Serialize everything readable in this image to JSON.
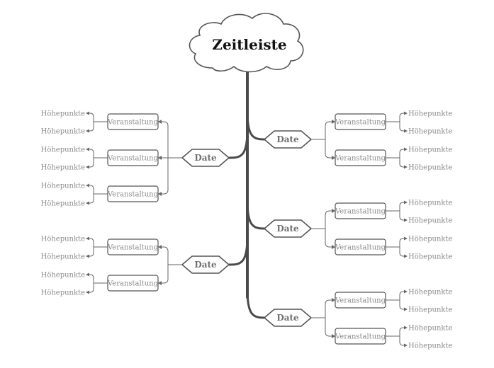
{
  "title": "Zeitleiste",
  "colors": {
    "trunk": "#4a4a4a",
    "outline": "#555555",
    "connector": "#666666",
    "text": "#8a8a8a",
    "background": "#ffffff"
  },
  "left_dates": [
    {
      "label": "Date",
      "events": [
        {
          "label": "Veranstaltung",
          "highlights": [
            "Höhepunkte",
            "Höhepunkte"
          ]
        },
        {
          "label": "Veranstaltung",
          "highlights": [
            "Höhepunkte",
            "Höhepunkte"
          ]
        },
        {
          "label": "Veranstaltung",
          "highlights": [
            "Höhepunkte",
            "Höhepunkte"
          ]
        }
      ]
    },
    {
      "label": "Date",
      "events": [
        {
          "label": "Veranstaltung",
          "highlights": [
            "Höhepunkte",
            "Höhepunkte"
          ]
        },
        {
          "label": "Veranstaltung",
          "highlights": [
            "Höhepunkte",
            "Höhepunkte"
          ]
        }
      ]
    }
  ],
  "right_dates": [
    {
      "label": "Date",
      "events": [
        {
          "label": "Veranstaltung",
          "highlights": [
            "Höhepunkte",
            "Höhepunkte"
          ]
        },
        {
          "label": "Veranstaltung",
          "highlights": [
            "Höhepunkte",
            "Höhepunkte"
          ]
        }
      ]
    },
    {
      "label": "Date",
      "events": [
        {
          "label": "Veranstaltung",
          "highlights": [
            "Höhepunkte",
            "Höhepunkte"
          ]
        },
        {
          "label": "Veranstaltung",
          "highlights": [
            "Höhepunkte",
            "Höhepunkte"
          ]
        }
      ]
    },
    {
      "label": "Date",
      "events": [
        {
          "label": "Veranstaltung",
          "highlights": [
            "Höhepunkte",
            "Höhepunkte"
          ]
        },
        {
          "label": "Veranstaltung",
          "highlights": [
            "Höhepunkte",
            "Höhepunkte"
          ]
        }
      ]
    }
  ]
}
